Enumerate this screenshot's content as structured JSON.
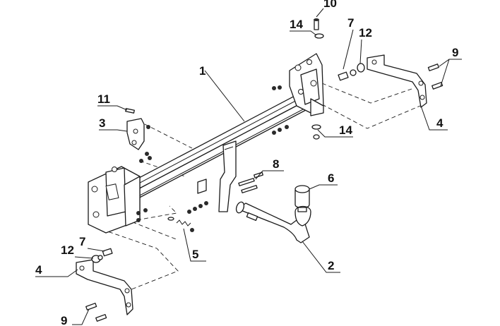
{
  "callouts": [
    {
      "key": "p10",
      "label": "10"
    },
    {
      "key": "p14a",
      "label": "14"
    },
    {
      "key": "p7a",
      "label": "7"
    },
    {
      "key": "p12a",
      "label": "12"
    },
    {
      "key": "p9a",
      "label": "9"
    },
    {
      "key": "p1",
      "label": "1"
    },
    {
      "key": "p11",
      "label": "11"
    },
    {
      "key": "p3",
      "label": "3"
    },
    {
      "key": "p4a",
      "label": "4"
    },
    {
      "key": "p14b",
      "label": "14"
    },
    {
      "key": "p8",
      "label": "8"
    },
    {
      "key": "p6",
      "label": "6"
    },
    {
      "key": "p7b",
      "label": "7"
    },
    {
      "key": "p12b",
      "label": "12"
    },
    {
      "key": "p5",
      "label": "5"
    },
    {
      "key": "p4b",
      "label": "4"
    },
    {
      "key": "p2",
      "label": "2"
    },
    {
      "key": "p9b",
      "label": "9"
    }
  ]
}
